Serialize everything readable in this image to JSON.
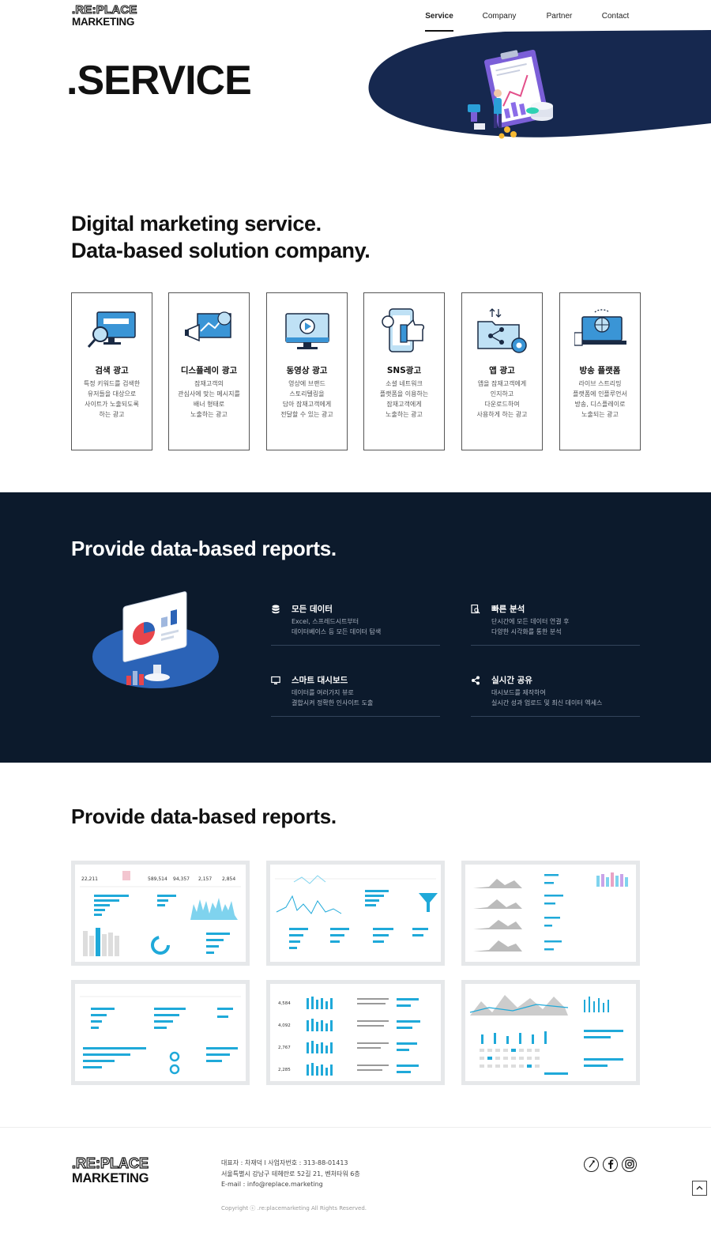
{
  "header": {
    "logo_top": ".RE:PLACE",
    "logo_bottom": "MARKETING",
    "nav": [
      {
        "label": "Service",
        "active": true
      },
      {
        "label": "Company",
        "active": false
      },
      {
        "label": "Partner",
        "active": false
      },
      {
        "label": "Contact",
        "active": false
      }
    ]
  },
  "hero": {
    "title": ".SERVICE",
    "illustration_icon": "clipboard-chart-illustration-icon"
  },
  "intro": {
    "line1": "Digital marketing service.",
    "line2": "Data-based solution company."
  },
  "services": [
    {
      "icon": "search-ad-icon",
      "title": "검색 광고",
      "desc": "특정 키워드를 검색한\n유저들을 대상으로\n사이트가 노출되도록\n하는 광고"
    },
    {
      "icon": "display-ad-icon",
      "title": "디스플레이 광고",
      "desc": "잠재고객의\n관심사에 맞는 메시지를\n배너 형태로\n노출하는 광고"
    },
    {
      "icon": "video-ad-icon",
      "title": "동영상 광고",
      "desc": "영상에 브랜드\n스토리텔링을\n담아 잠재고객에게\n전달할 수 있는 광고"
    },
    {
      "icon": "sns-ad-icon",
      "title": "SNS광고",
      "desc": "소셜 네트워크\n플랫폼을 이용하는\n잠재고객에게\n노출하는 광고"
    },
    {
      "icon": "app-ad-icon",
      "title": "앱 광고",
      "desc": "앱을 잠재고객에게\n인지하고\n다운로드하여\n사용하게 하는 광고"
    },
    {
      "icon": "broadcast-platform-icon",
      "title": "방송 플랫폼",
      "desc": "라이브 스트리밍\n플랫폼에 인플루언서\n방송, 디스플레이로\n노출되는 광고"
    }
  ],
  "dark_section": {
    "title": "Provide data-based reports.",
    "illustration_icon": "monitor-dashboard-illustration-icon",
    "features": [
      {
        "icon": "database-icon",
        "title": "모든 데이터",
        "desc": "Excel, 스프레드시트부터\n데이터베이스 등 모든 데이터 탐색"
      },
      {
        "icon": "report-search-icon",
        "title": "빠른 분석",
        "desc": "단시간에 모든 데이터 연결 후\n다양한 시각화를 통한 분석"
      },
      {
        "icon": "monitor-icon",
        "title": "스마트 대시보드",
        "desc": "데이터를 여러가지 뷰로\n결합시켜 정확한 인사이트 도출"
      },
      {
        "icon": "share-icon",
        "title": "실시간 공유",
        "desc": "대시보드를 제작하여\n실시간 성과 업로드 및 최신 데이터 엑세스"
      }
    ]
  },
  "reports_section": {
    "title": "Provide data-based reports.",
    "thumb1_stats": [
      "22,211",
      "589,514",
      "94,357",
      "2,157",
      "2,854"
    ],
    "thumb5_stats": [
      "4,584",
      "4,092",
      "2,767",
      "2,285"
    ]
  },
  "footer": {
    "logo_top": ".RE:PLACE",
    "logo_bottom": "MARKETING",
    "info": [
      "대표자 : 차재덕 l 사업자번호 : 313-88-01413",
      "서울특별시 강남구 테헤란로 52길 21, 벤처타워 6층",
      "E-mail : info@replace.marketing"
    ],
    "copyright": "Copyright ⓒ .re:placemarketing All Rights Reserved.",
    "social_icons": [
      "blog-icon",
      "facebook-icon",
      "instagram-icon"
    ]
  },
  "colors": {
    "navy": "#0c1a2c",
    "hero_navy": "#16284f",
    "accent_blue": "#2a9fd8",
    "chart_cyan": "#1fa9d9"
  }
}
